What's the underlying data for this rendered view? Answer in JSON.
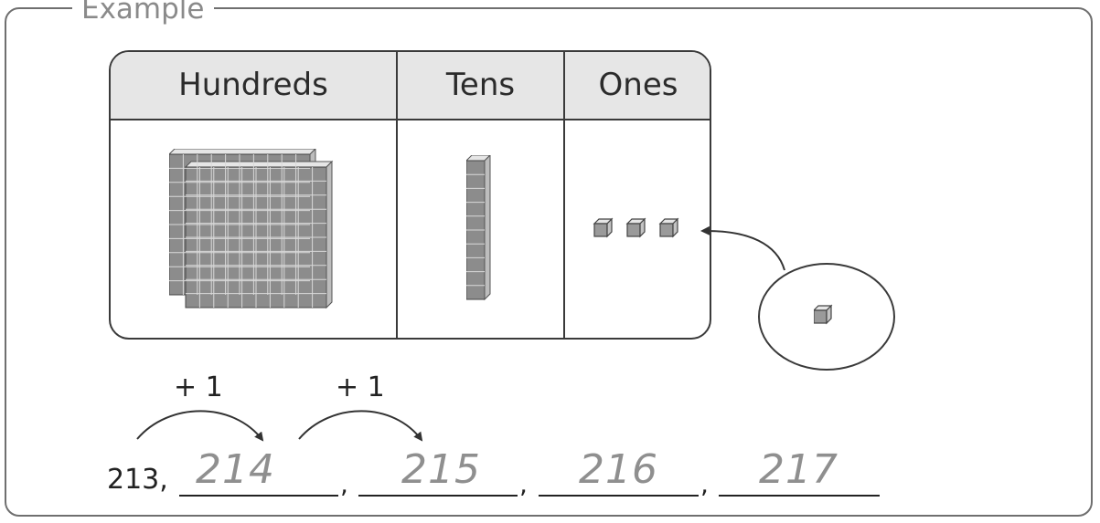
{
  "example_label": "Example",
  "chart": {
    "headers": [
      "Hundreds",
      "Tens",
      "Ones"
    ],
    "hundreds_blocks": 2,
    "tens_blocks": 1,
    "ones_blocks": 3
  },
  "added_cube_count": 1,
  "sequence": {
    "start": "213,",
    "steps": [
      "+ 1",
      "+ 1"
    ],
    "answers": [
      "214",
      "215",
      "216",
      "217"
    ],
    "separator": ","
  },
  "colors": {
    "block_fill": "#8c8c8c",
    "block_top": "#e6e6e6",
    "header_bg": "#e6e6e6",
    "answer_text": "#8f8f8f"
  },
  "icons": [
    "hundred-flat-icon",
    "ten-rod-icon",
    "unit-cube-icon",
    "curved-arrow-icon"
  ]
}
